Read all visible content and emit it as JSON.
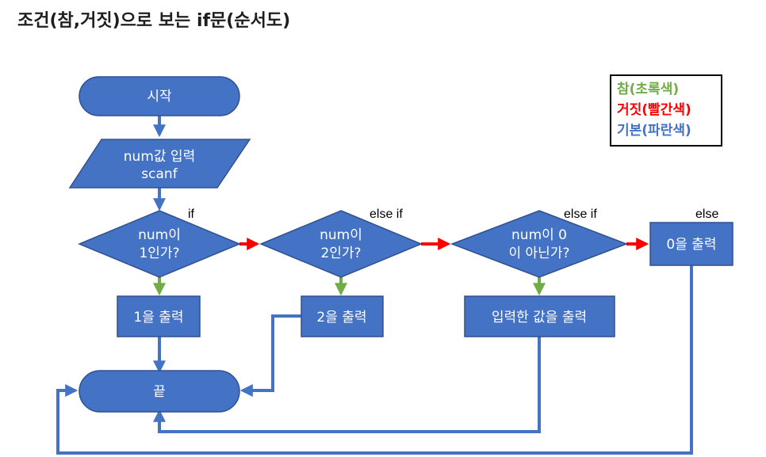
{
  "page": {
    "title": "조건(참,거짓)으로 보는 if문(순서도)"
  },
  "colors": {
    "shape_fill": "#4472c4",
    "shape_stroke": "#2f528f",
    "flow_line": "#4472c4",
    "true_arrow": "#70ad47",
    "false_arrow": "#ff0000",
    "legend_true": "#70ad47",
    "legend_false": "#ff0000",
    "legend_default": "#4472c4"
  },
  "legend": {
    "true_label": "참(초록색)",
    "false_label": "거짓(빨간색)",
    "default_label": "기본(파란색)"
  },
  "nodes": {
    "start": "시작",
    "input_line1": "num값 입력",
    "input_line2": "scanf",
    "cond1_line1": "num이",
    "cond1_line2": "1인가?",
    "cond2_line1": "num이",
    "cond2_line2": "2인가?",
    "cond3_line1": "num이 0",
    "cond3_line2": "이 아닌가?",
    "out_zero": "0을 출력",
    "out1": "1을 출력",
    "out2": "2을 출력",
    "out_input": "입력한 값을 출력",
    "end": "끝"
  },
  "branch_labels": {
    "if": "if",
    "else_if_1": "else if",
    "else_if_2": "else if",
    "else": "else"
  }
}
